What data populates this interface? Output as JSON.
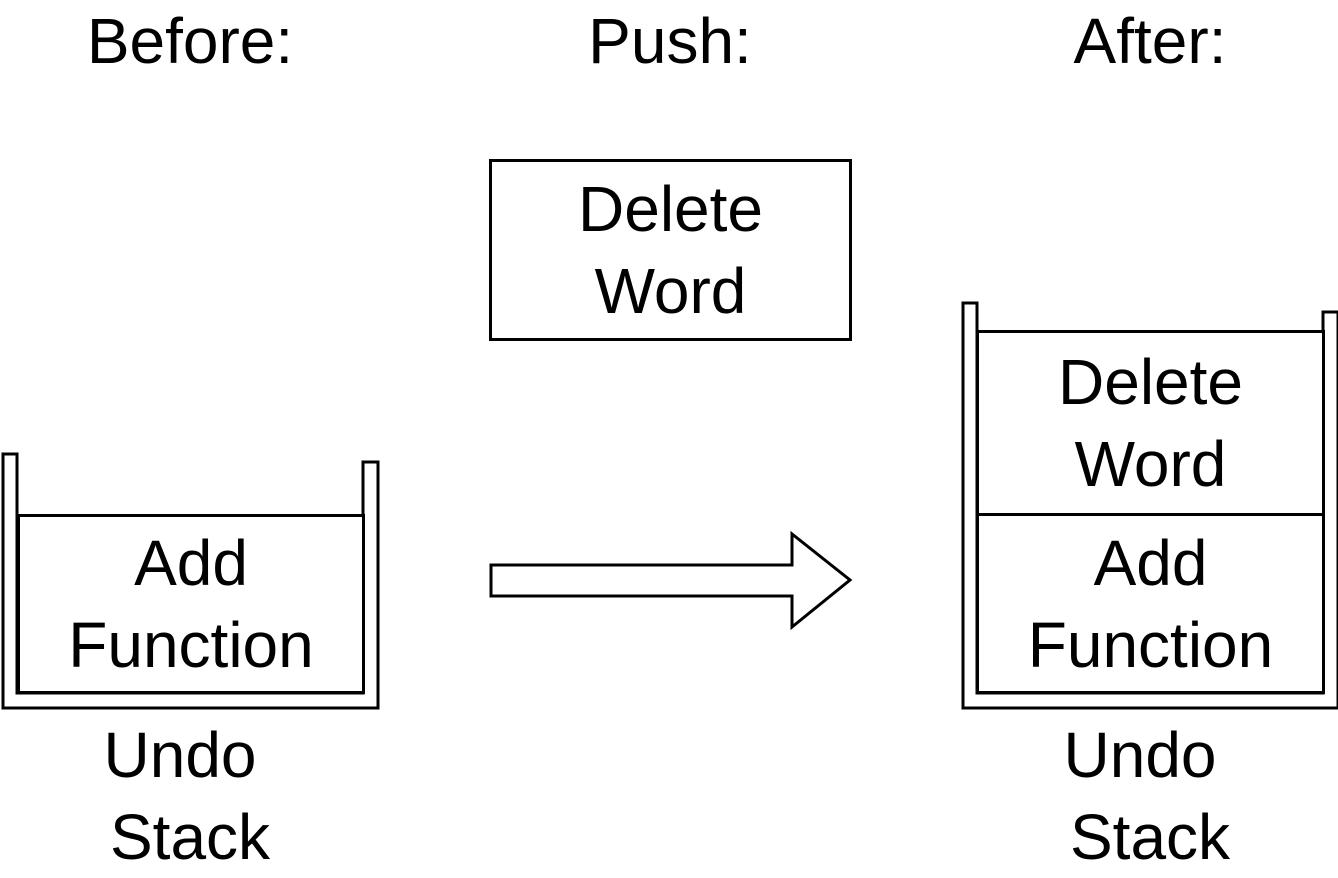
{
  "headings": {
    "before": "Before:",
    "push": "Push:",
    "after": "After:"
  },
  "before": {
    "stack_items": [
      {
        "line1": "Add",
        "line2": "Function"
      }
    ],
    "label_line1": "Undo",
    "label_line2": "Stack"
  },
  "push": {
    "item": {
      "line1": "Delete",
      "line2": "Word"
    }
  },
  "after": {
    "stack_items": [
      {
        "line1": "Delete",
        "line2": "Word"
      },
      {
        "line1": "Add",
        "line2": "Function"
      }
    ],
    "label_line1": "Undo",
    "label_line2": "Stack"
  },
  "colors": {
    "stroke": "#000000",
    "background": "#ffffff"
  }
}
